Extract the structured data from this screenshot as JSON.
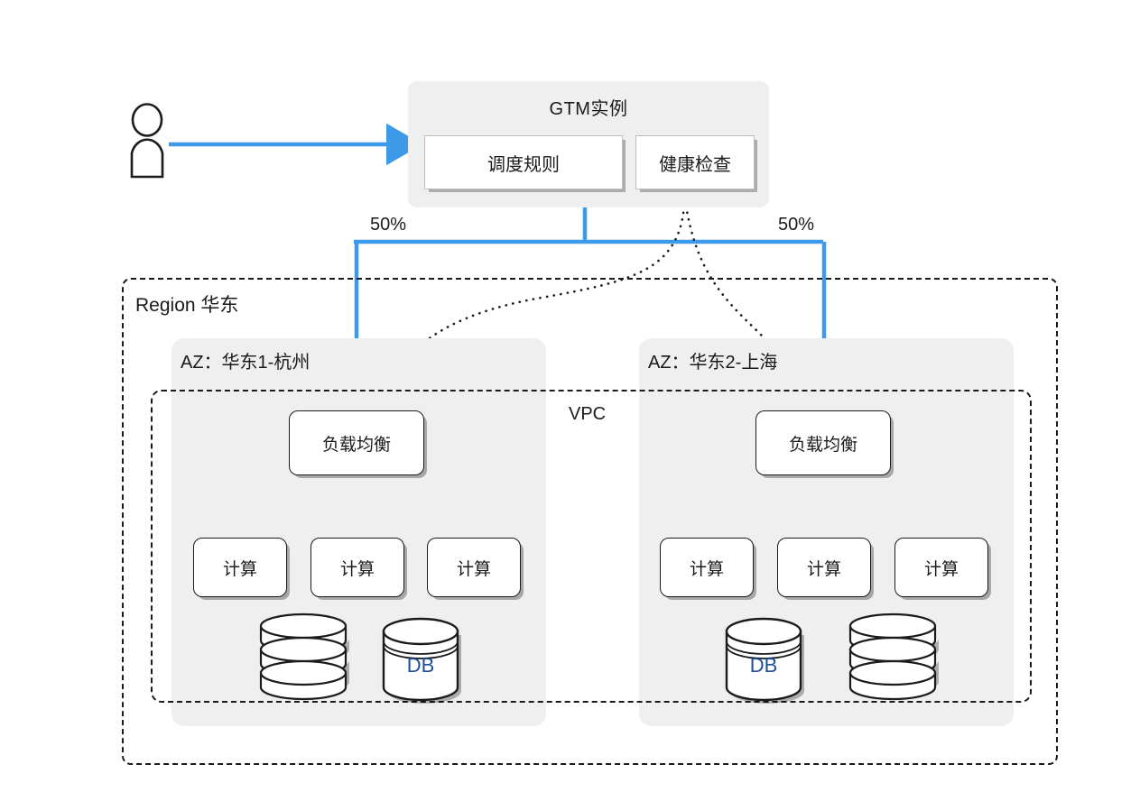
{
  "diagram": {
    "title_semantic": "gtm-multi-az-architecture",
    "colors": {
      "traffic_blue": "#3d9ae8",
      "panel_gray": "#efefef",
      "line_black": "#1b1b1b",
      "db_text_blue": "#1f4e9c"
    }
  },
  "actor": {
    "icon": "person-icon",
    "arrow_label": ""
  },
  "gtm": {
    "title": "GTM实例",
    "modules": [
      {
        "label": "调度规则",
        "name": "scheduling-rules"
      },
      {
        "label": "健康检查",
        "name": "health-check"
      }
    ]
  },
  "traffic": {
    "left_percent": "50%",
    "right_percent": "50%"
  },
  "region": {
    "label": "Region 华东"
  },
  "vpc": {
    "label": "VPC"
  },
  "azs": [
    {
      "label": "AZ：华东1-杭州",
      "load_balancer": "负载均衡",
      "computes": [
        "计算",
        "计算",
        "计算"
      ],
      "storage": [
        {
          "type": "stacked-disks",
          "label": ""
        },
        {
          "type": "db-cylinder",
          "label": "DB"
        }
      ]
    },
    {
      "label": "AZ：华东2-上海",
      "load_balancer": "负载均衡",
      "computes": [
        "计算",
        "计算",
        "计算"
      ],
      "storage": [
        {
          "type": "db-cylinder",
          "label": "DB"
        },
        {
          "type": "stacked-disks",
          "label": ""
        }
      ]
    }
  ]
}
